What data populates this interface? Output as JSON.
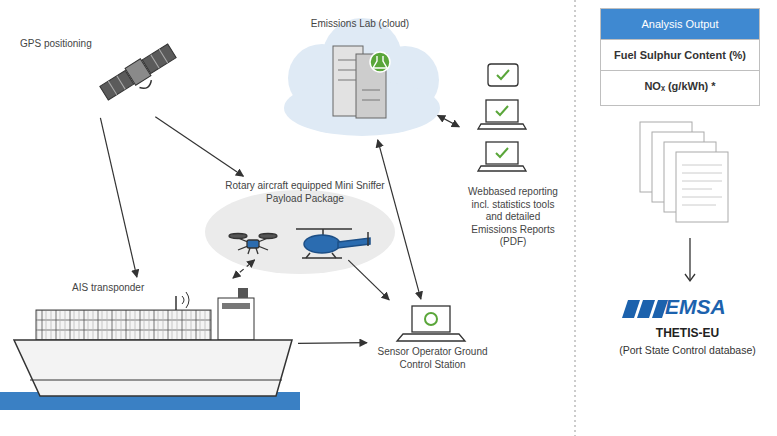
{
  "diagram": {
    "nodes": [
      {
        "text": [
          "GPS positioning"
        ]
      },
      {
        "text": [
          "Emissions Lab (cloud)"
        ]
      },
      {
        "text": [
          "Rotary aircraft equipped Mini Sniffer Payload Package"
        ]
      },
      {
        "text": [
          "Webbased reporting incl. statistics tools and detailed Emissions Reports (PDF)"
        ]
      },
      {
        "text": [
          "AIS transponder"
        ]
      },
      {
        "text": [
          "Sensor Operator Ground Control Station"
        ]
      },
      {
        "text": [
          "Analysis Output",
          "Fuel Sulphur Content (%)",
          "NOₓ (g/kWh) *"
        ]
      },
      {
        "text": [
          "EMSA",
          "THETIS-EU",
          "(Port State Control database)"
        ]
      }
    ],
    "edges": [
      {
        "from": 0,
        "to": 4,
        "arrow": "to"
      },
      {
        "from": 0,
        "to": 2,
        "arrow": "to"
      },
      {
        "from": 4,
        "to": 2,
        "arrow": "both"
      },
      {
        "from": 2,
        "to": 5,
        "arrow": "to"
      },
      {
        "from": 4,
        "to": 5,
        "arrow": "to"
      },
      {
        "from": 1,
        "to": 5,
        "arrow": "both"
      },
      {
        "from": 1,
        "to": 3,
        "arrow": "both"
      }
    ]
  }
}
